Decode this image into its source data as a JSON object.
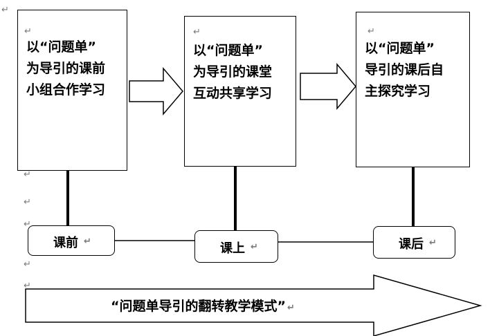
{
  "stages": [
    {
      "text": "以“问题单”\n为导引的课前\n小组合作学习",
      "label": "课前"
    },
    {
      "text": "以“问题单”\n为导引的课堂\n互动共享学习",
      "label": "课上"
    },
    {
      "text": "以“问题单”\n导引的课后自\n主探究学习",
      "label": "课后"
    }
  ],
  "banner": {
    "text": "“问题单导引的翻转教学模式”"
  },
  "para_mark": "↵"
}
